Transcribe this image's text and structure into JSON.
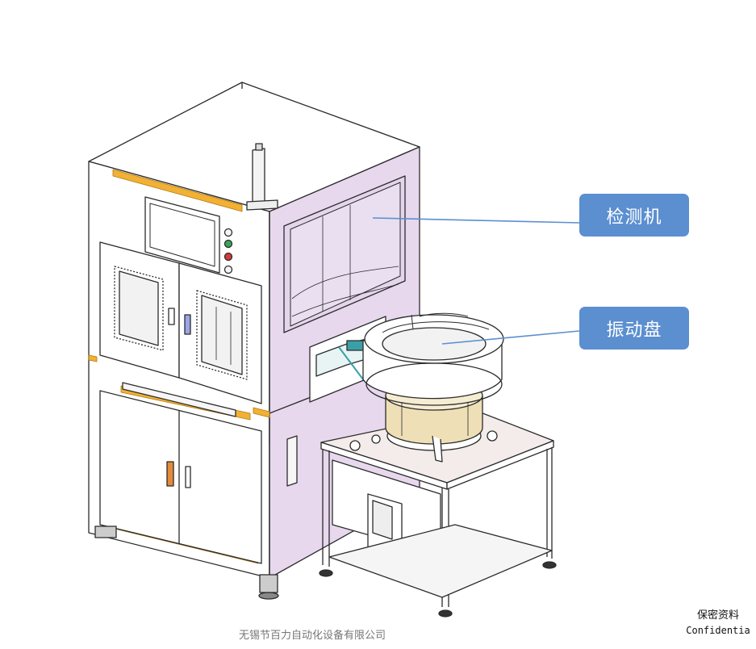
{
  "callouts": [
    {
      "label": "检测机"
    },
    {
      "label": "振动盘"
    }
  ],
  "footer": {
    "company": "无锡节百力自动化设备有限公司"
  },
  "confidential": {
    "zh": "保密资料",
    "en": "Confidentia"
  },
  "colors": {
    "callout_fill": "#5b8fd0",
    "callout_line": "#5b8fd0",
    "machine_panel_tint": "#e7d8ee",
    "accent_strip": "#f2b134",
    "frame_line": "#2b2b2b"
  }
}
